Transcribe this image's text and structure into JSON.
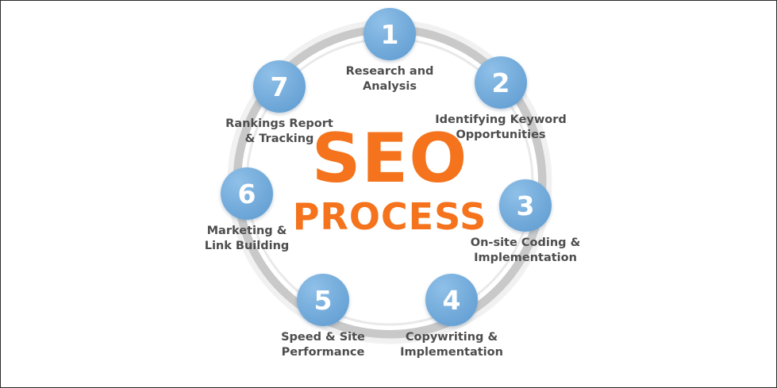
{
  "title_center": {
    "line1": "SEO",
    "line2": "PROCESS"
  },
  "colors": {
    "accent_orange": "#f4731c",
    "node_blue": "#72aada",
    "ring_gray": "#c9c9c9",
    "label_gray": "#4d4d4d",
    "background": "#ffffff",
    "border": "#2b2b2b"
  },
  "steps": [
    {
      "number": "1",
      "label": "Research and\nAnalysis",
      "label_line1": "Research and",
      "label_line2": "Analysis"
    },
    {
      "number": "2",
      "label": "Identifying Keyword\nOpportunities",
      "label_line1": "Identifying Keyword",
      "label_line2": "Opportunities"
    },
    {
      "number": "3",
      "label": "On-site Coding &\nImplementation",
      "label_line1": "On-site Coding &",
      "label_line2": "Implementation"
    },
    {
      "number": "4",
      "label": "Copywriting &\nImplementation",
      "label_line1": "Copywriting &",
      "label_line2": "Implementation"
    },
    {
      "number": "5",
      "label": "Speed & Site\nPerformance",
      "label_line1": "Speed & Site",
      "label_line2": "Performance"
    },
    {
      "number": "6",
      "label": "Marketing &\nLink Building",
      "label_line1": "Marketing &",
      "label_line2": "Link Building"
    },
    {
      "number": "7",
      "label": "Rankings Report\n& Tracking",
      "label_line1": "Rankings Report",
      "label_line2": "& Tracking"
    }
  ]
}
